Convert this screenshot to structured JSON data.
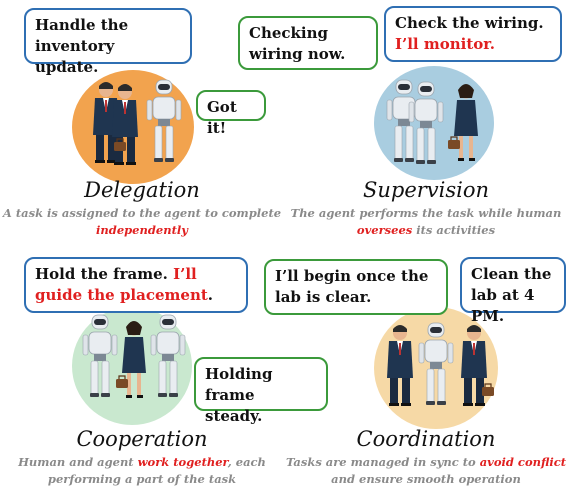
{
  "colors": {
    "bubble_blue": "#2f6fb3",
    "bubble_green": "#3b9a3b",
    "highlight": "#e02020",
    "delegation_bg": "#f2a34e",
    "supervision_bg": "#a9cde0",
    "cooperation_bg": "#c9e8cf",
    "coordination_bg": "#f6d9a6"
  },
  "panels": {
    "delegation": {
      "title": "Delegation",
      "bubble_human": "Handle the inventory update.",
      "bubble_agent": "Got it!",
      "desc_pre": "A task is assigned to the agent to complete ",
      "desc_hl": "independently",
      "desc_post": ""
    },
    "supervision": {
      "title": "Supervision",
      "bubble_agent": "Checking wiring now.",
      "bubble_human_pre": "Check the wiring. ",
      "bubble_human_hl": "I’ll monitor.",
      "desc_pre": "The agent performs the task while human ",
      "desc_hl": "oversees",
      "desc_post": " its activities"
    },
    "cooperation": {
      "title": "Cooperation",
      "bubble_human_pre": "Hold the frame. ",
      "bubble_human_hl": "I’ll guide the placement",
      "bubble_human_post": ".",
      "bubble_agent": "Holding frame steady.",
      "desc_pre": "Human and agent ",
      "desc_hl": "work together",
      "desc_post": ", each performing a part of the task"
    },
    "coordination": {
      "title": "Coordination",
      "bubble_agent": "I’ll begin once the lab is clear.",
      "bubble_human": "Clean the lab at 4 PM.",
      "desc_pre": "Tasks are managed in sync to ",
      "desc_hl": "avoid conflict",
      "desc_post": " and ensure smooth operation"
    }
  }
}
